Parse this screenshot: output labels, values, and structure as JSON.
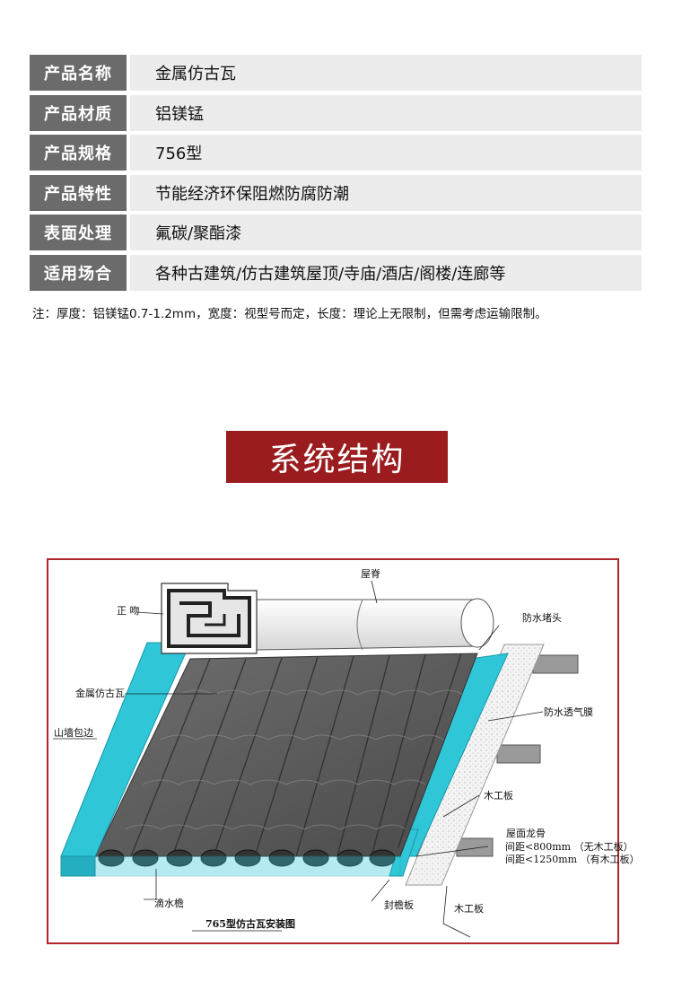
{
  "specs": [
    {
      "label": "产品名称",
      "value": "金属仿古瓦"
    },
    {
      "label": "产品材质",
      "value": "铝镁锰"
    },
    {
      "label": "产品规格",
      "value": "756型"
    },
    {
      "label": "产品特性",
      "value": "节能经济环保阻燃防腐防潮"
    },
    {
      "label": "表面处理",
      "value": "氟碳/聚酯漆"
    },
    {
      "label": "适用场合",
      "value": "各种古建筑/仿古建筑屋顶/寺庙/酒店/阁楼/连廊等"
    }
  ],
  "note": "注：厚度：铝镁锰0.7-1.2mm，宽度：视型号而定，长度：理论上无限制，但需考虑运输限制。",
  "section_title": "系统结构",
  "diagram": {
    "labels": {
      "ridge": "屋脊",
      "ridge_end": "正 吻",
      "waterproof_plug": "防水堵头",
      "metal_tile": "金属仿古瓦",
      "breathable_membrane": "防水透气膜",
      "gable_trim": "山墙包边",
      "wood_board_top": "木工板",
      "purlin": "屋面龙骨",
      "spacing_1": "间距<800mm （无木工板）",
      "spacing_2": "间距<1250mm （有木工板）",
      "drip_eave": "滴水檐",
      "eave_board": "封檐板",
      "wood_board_bottom": "木工板"
    },
    "caption": "765型仿古瓦安装图",
    "colors": {
      "cyan": "#2fc6d8",
      "tile": "#5a5a5a",
      "frame": "#b0242b"
    }
  }
}
